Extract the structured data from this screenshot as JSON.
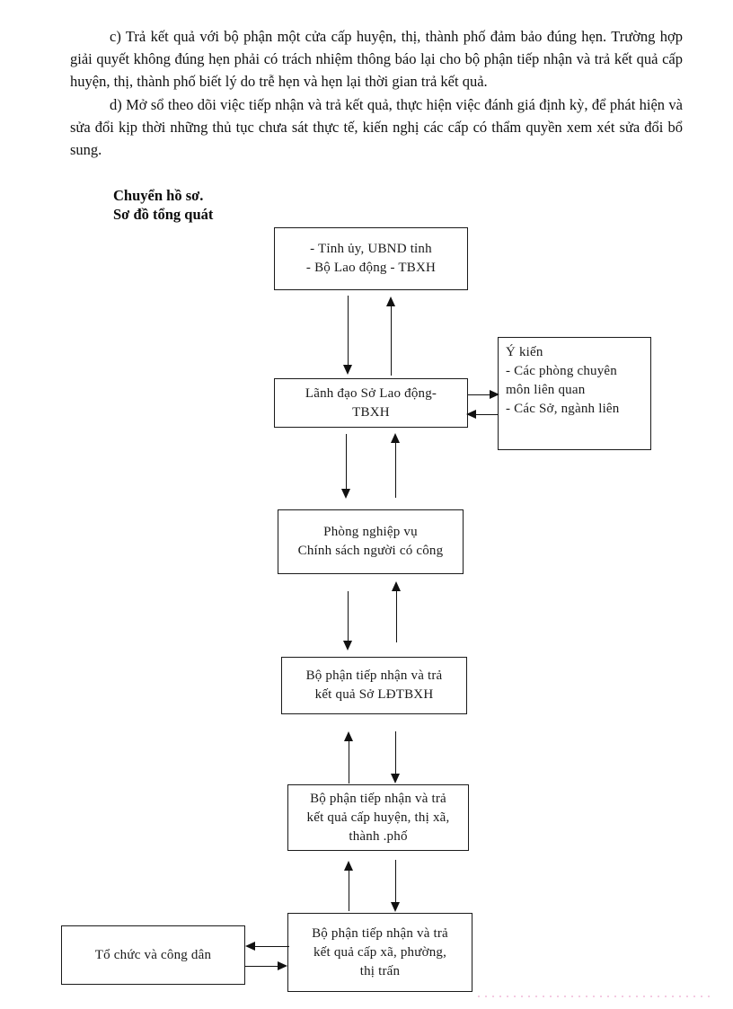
{
  "document": {
    "paragraphs": [
      "c) Trả kết quả với bộ phận một cửa cấp huyện, thị, thành phố đảm bảo đúng hẹn. Trường hợp giải quyết không đúng hẹn phải có trách nhiệm thông báo lại cho bộ phận tiếp nhận và trả kết quả cấp huyện, thị, thành phố biết lý do trễ hẹn và hẹn lại thời gian trả kết quả.",
      "d) Mở sổ theo dõi việc tiếp nhận và trả kết quả, thực hiện việc đánh giá định kỳ, để phát hiện và sửa đổi kịp thời những thủ tục chưa sát thực tế, kiến nghị các cấp có thẩm quyền xem xét sửa đổi bổ sung."
    ],
    "heading_1": "Chuyển hồ sơ.",
    "heading_2": "Sơ đồ tổng quát"
  },
  "chart_data": {
    "type": "diagram",
    "title": "Sơ đồ tổng quát",
    "nodes": [
      {
        "id": "province",
        "lines": [
          "- Tỉnh ủy, UBND tỉnh",
          "- Bộ Lao động - TBXH"
        ],
        "align": "center"
      },
      {
        "id": "leadership",
        "lines": [
          "Lãnh đạo Sở Lao động-",
          "TBXH"
        ],
        "align": "center"
      },
      {
        "id": "opinion",
        "lines": [
          "Ý kiến",
          "- Các phòng chuyên",
          "môn liên quan",
          "- Các Sở, ngành  liên"
        ],
        "align": "left"
      },
      {
        "id": "division",
        "lines": [
          "Phòng nghiệp vụ",
          "Chính sách người có công"
        ],
        "align": "center"
      },
      {
        "id": "reception-dept",
        "lines": [
          "Bộ phận tiếp nhận và trả",
          "kết quả Sở LĐTBXH"
        ],
        "align": "center"
      },
      {
        "id": "district",
        "lines": [
          "Bộ phận tiếp nhận và trả",
          "kết quả cấp huyện, thị xã,",
          "thành .phố"
        ],
        "align": "center"
      },
      {
        "id": "commune",
        "lines": [
          "Bộ phận tiếp nhận và trả",
          "kết quả cấp xã, phường,",
          "thị trấn"
        ],
        "align": "center"
      },
      {
        "id": "citizens",
        "lines": [
          "Tổ chức và công dân"
        ],
        "align": "center"
      }
    ],
    "edges": [
      {
        "from": "province",
        "to": "leadership",
        "direction": "down"
      },
      {
        "from": "leadership",
        "to": "province",
        "direction": "up"
      },
      {
        "from": "leadership",
        "to": "opinion",
        "direction": "right"
      },
      {
        "from": "opinion",
        "to": "leadership",
        "direction": "left"
      },
      {
        "from": "leadership",
        "to": "division",
        "direction": "down"
      },
      {
        "from": "division",
        "to": "leadership",
        "direction": "up"
      },
      {
        "from": "division",
        "to": "reception-dept",
        "direction": "down"
      },
      {
        "from": "reception-dept",
        "to": "division",
        "direction": "up"
      },
      {
        "from": "district",
        "to": "reception-dept",
        "direction": "up"
      },
      {
        "from": "reception-dept",
        "to": "district",
        "direction": "down"
      },
      {
        "from": "commune",
        "to": "district",
        "direction": "up"
      },
      {
        "from": "district",
        "to": "commune",
        "direction": "down"
      },
      {
        "from": "commune",
        "to": "citizens",
        "direction": "left"
      },
      {
        "from": "citizens",
        "to": "commune",
        "direction": "right"
      }
    ],
    "colors": {
      "stroke": "#1a1a1a",
      "fill": "#ffffff"
    }
  }
}
